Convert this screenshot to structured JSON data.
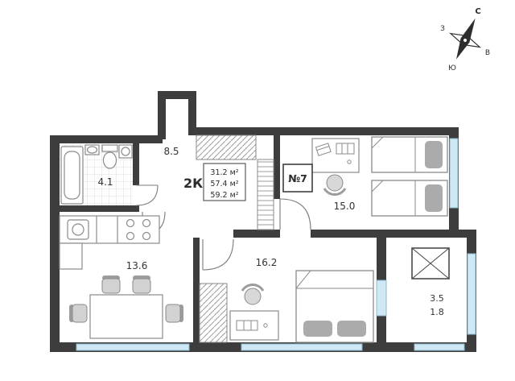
{
  "apartment": {
    "type": "2К",
    "areas": [
      "31.2 м²",
      "57.4 м²",
      "59.2 м²"
    ],
    "number": "№7"
  },
  "rooms": {
    "hallway": "8.5",
    "bathroom": "4.1",
    "bedroom": "15.0",
    "kitchen_living": "13.6",
    "room_second": "16.2",
    "loggia_full": "3.5",
    "loggia_counted": "1.8"
  },
  "compass": {
    "n": "С",
    "e": "В",
    "s": "Ю",
    "w": "З"
  },
  "colors": {
    "wall": "#3d3d3d",
    "window": "#cfe8f6",
    "hatch": "#9c9c9c",
    "furniture": "#8a8a8a",
    "pillow": "#ababab",
    "label": "#333333"
  }
}
